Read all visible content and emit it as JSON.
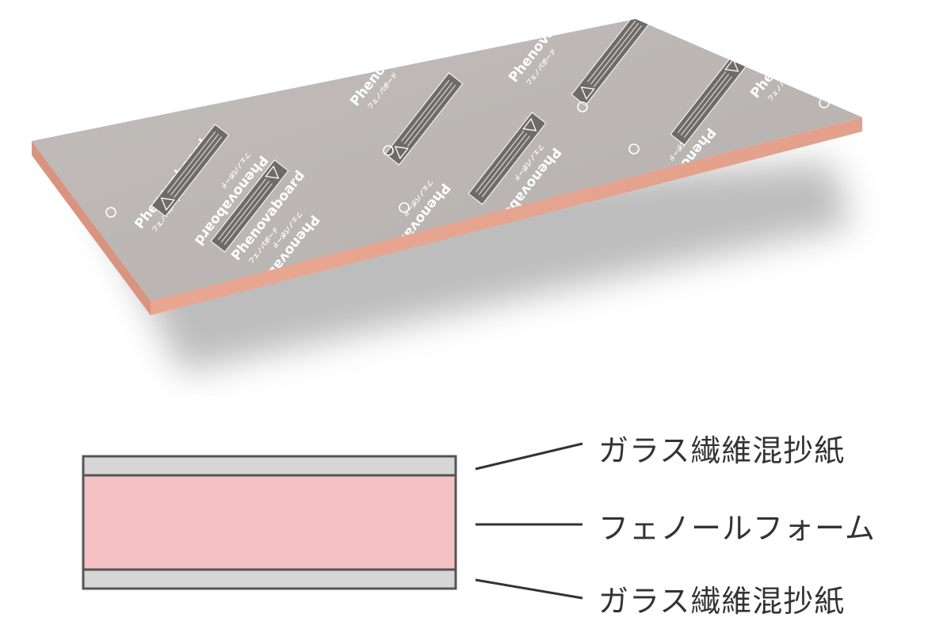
{
  "board": {
    "brand": "Phenovaboard",
    "brand_sub": "フェノバボード",
    "colors": {
      "face": "#bdb8b5",
      "edge": "#e9a792",
      "edge_dark": "#d99480",
      "print_white": "#ffffff",
      "label_box": "#6f6b69",
      "shadow": "#9a9a9a"
    }
  },
  "cross_section": {
    "colors": {
      "paper": "#d6d6d6",
      "foam": "#f6c1c5",
      "outline": "#555555",
      "leader": "#333333"
    },
    "layers": [
      {
        "name": "top-paper",
        "label": "ガラス繊維混抄紙"
      },
      {
        "name": "core-foam",
        "label": "フェノールフォーム"
      },
      {
        "name": "bottom-paper",
        "label": "ガラス繊維混抄紙"
      }
    ]
  }
}
